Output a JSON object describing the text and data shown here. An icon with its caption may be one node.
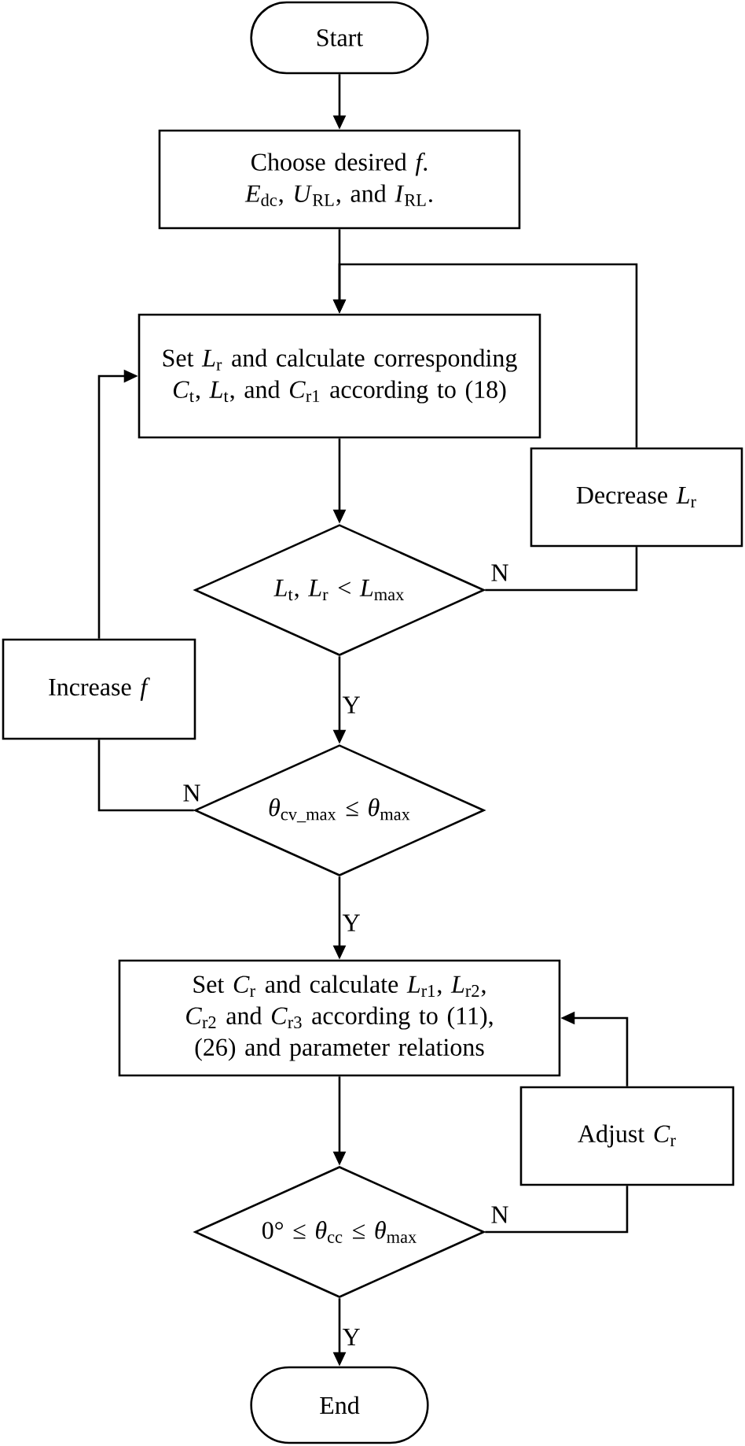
{
  "diagram": {
    "nodes": [
      {
        "text": [
          "Start"
        ]
      },
      {
        "text": [
          "Choose desired *f*. *E*$_{dc}$, *U*$_{RL}$, and *I*$_{RL}$."
        ]
      },
      {
        "text": [
          "Set *L*$_{r}$ and calculate corresponding *C*$_{t}$, *L*$_{t}$, and *C*$_{r1}$ according to (18)"
        ]
      },
      {
        "text": [
          "Decrease *L*$_{r}$"
        ]
      },
      {
        "text": [
          "*L*$_{t}$, *L*$_{r}$ < *L*$_{max}$"
        ]
      },
      {
        "text": [
          "Increase *f*"
        ]
      },
      {
        "text": [
          "*θ*$_{cv_max}$ ≤ *θ*$_{max}$"
        ]
      },
      {
        "text": [
          "Set *C*$_{r}$ and calculate *L*$_{r1}$, *L*$_{r2}$, *C*$_{r2}$ and *C*$_{r3}$ according to (11), (26) and parameter relations"
        ]
      },
      {
        "text": [
          "Adjust *C*$_{r}$"
        ]
      },
      {
        "text": [
          "0° ≤ *θ*$_{cc}$ ≤ *θ*$_{max}$"
        ]
      },
      {
        "text": [
          "End"
        ]
      }
    ],
    "edges": [
      {
        "from": 0,
        "to": 1,
        "arrow": "to"
      },
      {
        "from": 1,
        "to": 2,
        "arrow": "to"
      },
      {
        "from": 2,
        "to": 4,
        "arrow": "to"
      },
      {
        "from": 4,
        "to": 3,
        "arrow": "none",
        "label": "N"
      },
      {
        "from": 3,
        "to": 2,
        "arrow": "to"
      },
      {
        "from": 4,
        "to": 6,
        "arrow": "to",
        "label": "Y"
      },
      {
        "from": 6,
        "to": 5,
        "arrow": "none",
        "label": "N"
      },
      {
        "from": 5,
        "to": 2,
        "arrow": "to"
      },
      {
        "from": 6,
        "to": 7,
        "arrow": "to",
        "label": "Y"
      },
      {
        "from": 7,
        "to": 9,
        "arrow": "to"
      },
      {
        "from": 9,
        "to": 8,
        "arrow": "none",
        "label": "N"
      },
      {
        "from": 8,
        "to": 7,
        "arrow": "to"
      },
      {
        "from": 9,
        "to": 10,
        "arrow": "to",
        "label": "Y"
      }
    ]
  }
}
